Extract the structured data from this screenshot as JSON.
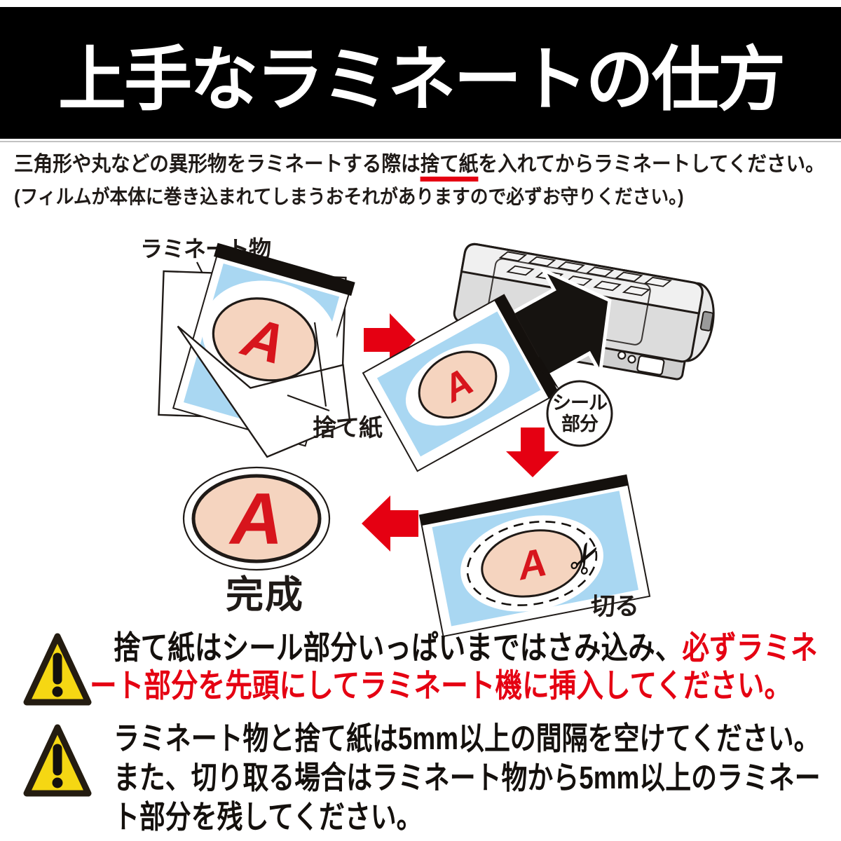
{
  "title": "上手なラミネートの仕方",
  "intro": {
    "line1_pre": "三角形や丸などの異形物をラミネートする際は",
    "line1_em": "捨て紙",
    "line1_post": "を入れてからラミネートしてください。",
    "line2": "(フィルムが本体に巻き込まれてしまうおそれがありますので必ずお守りください。)"
  },
  "diagram": {
    "label_item": "ラミネート物",
    "label_waste": "捨て紙",
    "label_seal_1": "シール",
    "label_seal_2": "部分",
    "label_cut": "切る",
    "label_done": "完成",
    "letter": "A",
    "scissors_icon": "✂"
  },
  "warnings": {
    "w1_black": "捨て紙はシール部分いっぱいまではさみ込み、",
    "w1_red1": "必ずラミネ",
    "w1_red2": "ート部分を先頭にしてラミネート機に挿入してください。",
    "w2_line1": "ラミネート物と捨て紙は5mm以上の間隔を空けてください。",
    "w2_line2": "また、切り取る場合はラミネート物から5mm以上のラミネー",
    "w2_line3": "ト部分を残してください。"
  },
  "colors": {
    "accent_red": "#e50012",
    "letter_red": "#d7151c",
    "film_blue": "#a9d7f2",
    "item_pink": "#f5d4bf",
    "warning_yellow": "#f5d713",
    "ink": "#1f1a17"
  }
}
